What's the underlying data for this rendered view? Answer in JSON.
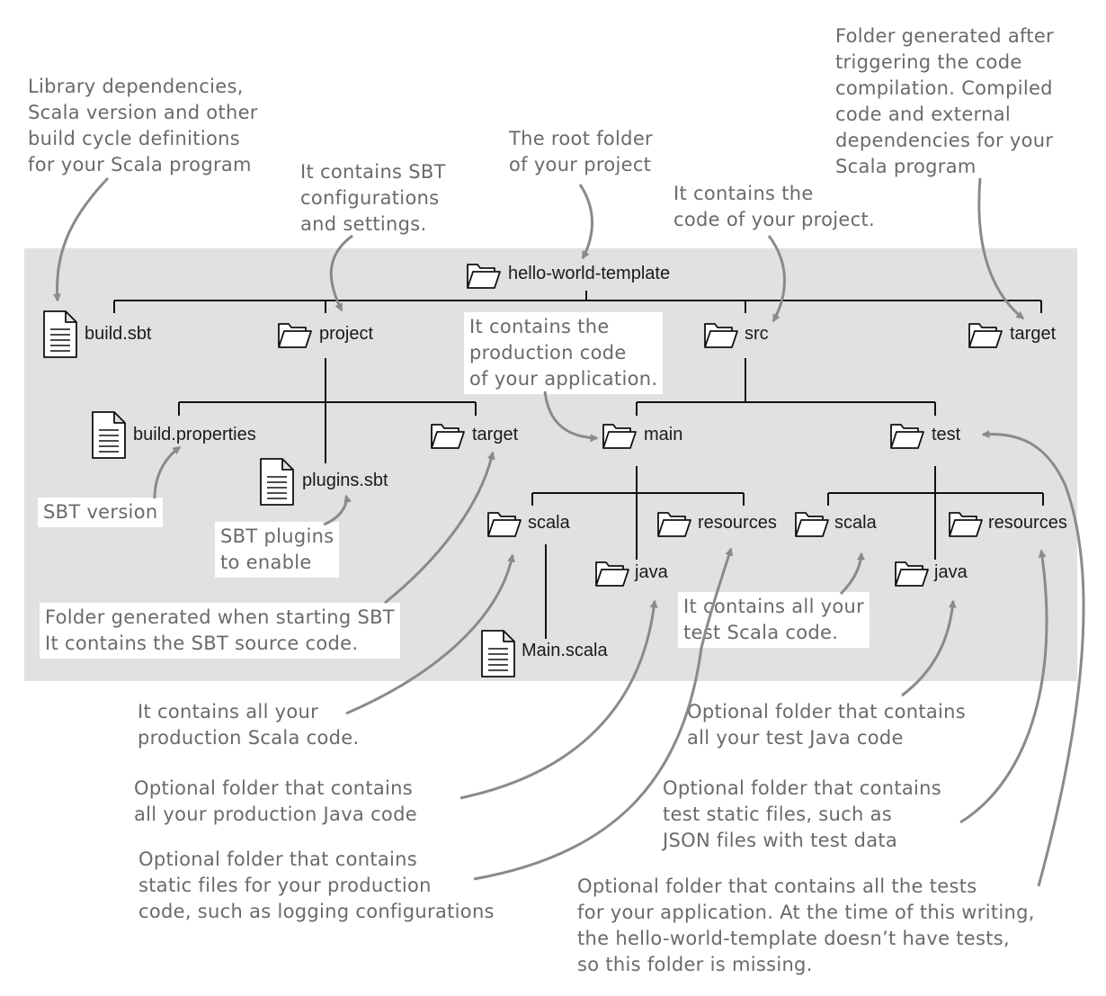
{
  "tree": {
    "root": "hello-world-template",
    "build_sbt": "build.sbt",
    "project": "project",
    "src": "src",
    "root_target": "target",
    "build_properties": "build.properties",
    "plugins_sbt": "plugins.sbt",
    "project_target": "target",
    "main": "main",
    "test": "test",
    "main_scala": "scala",
    "main_resources": "resources",
    "main_java": "java",
    "main_scala_file": "Main.scala",
    "test_scala": "scala",
    "test_resources": "resources",
    "test_java": "java"
  },
  "annotations": {
    "library_deps": "Library dependencies,\nScala version and other\nbuild cycle definitions\nfor your Scala program",
    "sbt_config": "It contains SBT\nconfigurations\nand settings.",
    "root_folder": "The root folder\nof your project",
    "src_code": "It contains the\ncode of your project.",
    "target_generated": "Folder generated after\ntriggering the code\ncompilation. Compiled\ncode and external\ndependencies for your\nScala program",
    "production_code": "It contains the\nproduction code\nof your application.",
    "sbt_version": "SBT version",
    "sbt_plugins": "SBT plugins\nto enable",
    "sbt_source": "Folder generated when starting SBT\nIt contains the SBT source code.",
    "test_scala_code": "It contains all your\ntest Scala code.",
    "production_scala": "It contains all your\nproduction Scala code.",
    "test_java_code": "Optional folder that contains\nall your test Java code",
    "production_java": "Optional folder that contains\nall your production Java code",
    "test_static": "Optional folder that contains\ntest static files, such as\nJSON files with test data",
    "production_static": "Optional folder that contains\nstatic files for your production\ncode, such as logging configurations",
    "tests_missing": "Optional folder that contains all the tests\nfor your application. At the time of this writing,\nthe hello-world-template doesn’t have tests,\nso this folder is missing."
  },
  "colors": {
    "band": "#e1e1e1",
    "line": "#111111",
    "arrow": "#8a8a8a",
    "annotation_text": "#6a6a6a",
    "node_text": "#1a1a1a"
  },
  "icons": [
    "folder-icon",
    "file-icon"
  ]
}
